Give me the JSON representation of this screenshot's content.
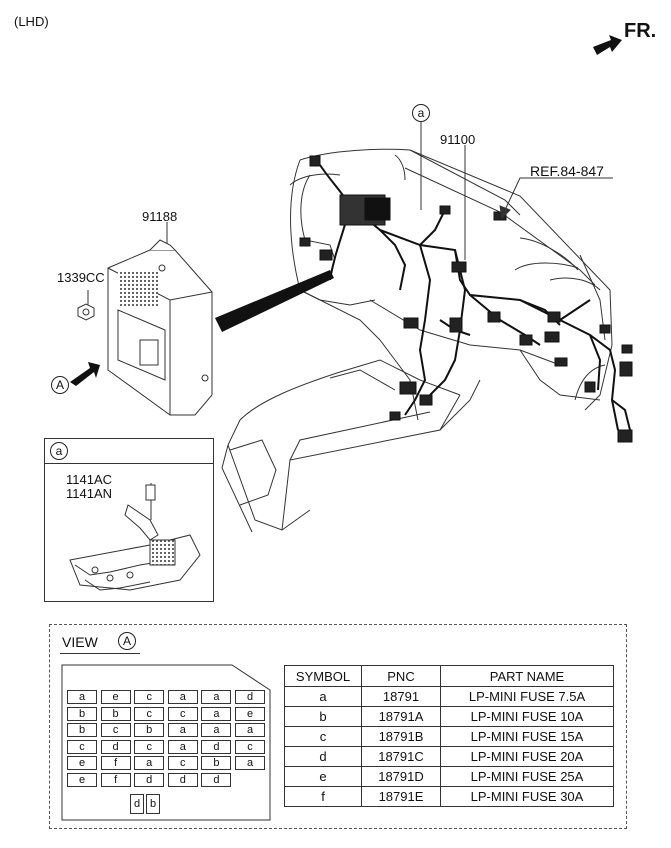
{
  "header": {
    "drive_side": "(LHD)",
    "front_label": "FR."
  },
  "labels": {
    "ref": "REF.84-847",
    "main_harness": "91100",
    "junction_box": "91188",
    "nut": "1339CC",
    "view_marker": "A",
    "detail_marker": "a"
  },
  "detail": {
    "marker": "a",
    "bolt_code_1": "1141AC",
    "bolt_code_2": "1141AN"
  },
  "view": {
    "title": "VIEW",
    "marker": "A",
    "fuse_rows": [
      [
        "a",
        "e",
        "c",
        "a",
        "a",
        "d"
      ],
      [
        "b",
        "b",
        "c",
        "c",
        "a",
        "e"
      ],
      [
        "b",
        "c",
        "b",
        "a",
        "a",
        "a"
      ],
      [
        "c",
        "d",
        "c",
        "a",
        "d",
        "c"
      ],
      [
        "e",
        "f",
        "a",
        "c",
        "b",
        "a"
      ],
      [
        "e",
        "f",
        "d",
        "d",
        "d"
      ]
    ],
    "fuse_bottom": [
      "d",
      "b"
    ]
  },
  "table": {
    "headers": [
      "SYMBOL",
      "PNC",
      "PART NAME"
    ],
    "rows": [
      [
        "a",
        "18791",
        "LP-MINI FUSE 7.5A"
      ],
      [
        "b",
        "18791A",
        "LP-MINI FUSE 10A"
      ],
      [
        "c",
        "18791B",
        "LP-MINI FUSE 15A"
      ],
      [
        "d",
        "18791C",
        "LP-MINI FUSE 20A"
      ],
      [
        "e",
        "18791D",
        "LP-MINI FUSE 25A"
      ],
      [
        "f",
        "18791E",
        "LP-MINI FUSE 30A"
      ]
    ]
  }
}
